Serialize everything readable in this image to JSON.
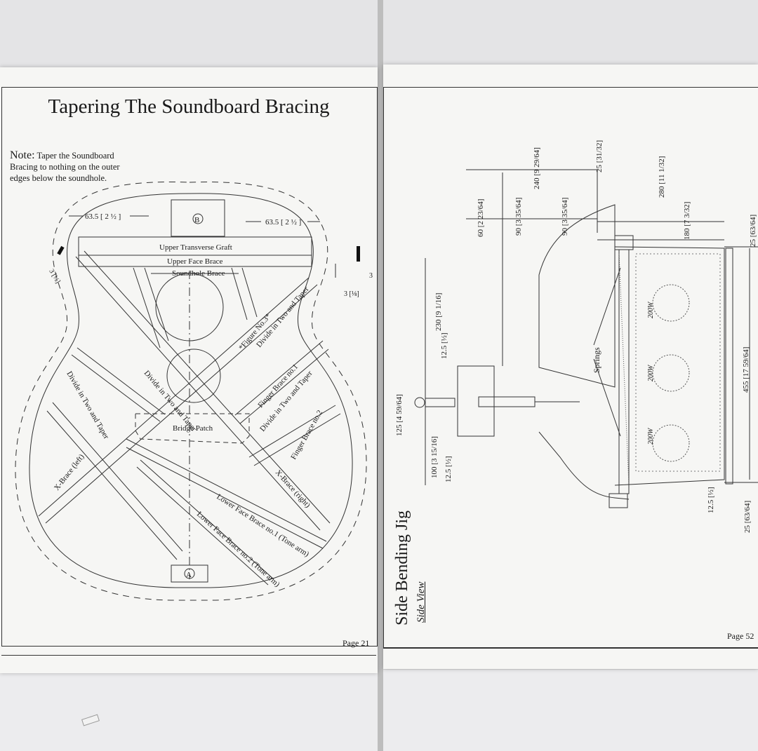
{
  "left_page": {
    "title": "Tapering The Soundboard Bracing",
    "note_head": "Note:",
    "note_text": "Taper the Soundboard Bracing to nothing on the outer edges below the soundhole.",
    "labels": {
      "dim_left": "63.5 [ 2 ½ ]",
      "dim_right": "63.5 [ 2 ½ ]",
      "marker_b": "B",
      "marker_a": "A",
      "upper_transverse": "Upper Transverse Graft",
      "upper_face": "Upper Face Brace",
      "soundhole_brace": "Soundhole Brace",
      "figure_ref": "*Figure No.3*",
      "divide_taper": "Divide in Two and Taper",
      "finger_brace_1": "Finger Brace no.1",
      "finger_brace_2": "Finger Brace no.2",
      "bridge_patch": "Bridge Patch",
      "x_brace_left": "X-Brace (left)",
      "x_brace_right": "X-Brace (right)",
      "lower_face_1": "Lower Face Brace no.1 (Tone arm)",
      "lower_face_2": "Lower Face Brace no.2 (Tone arm)",
      "dim_small_left": "3 [⅛]",
      "dim_small_right": "3 [⅛]",
      "dim_small_3": "3"
    },
    "page_number": "Page 21"
  },
  "right_page": {
    "title": "Side Bending Jig",
    "subtitle": "Side View",
    "labels": {
      "d240": "240 [9 29/64]",
      "d25a": "25 [31/32]",
      "d280": "280 [11 1/32]",
      "d60": "60 [2 23/64]",
      "d90a": "90 [3 35/64]",
      "d90b": "90 [3 35/64]",
      "d180": "180 [7 3/32]",
      "d25b": "25 [63/64]",
      "d230": "230 [9 1/16]",
      "d12a": "12.5 [½]",
      "d125": "125 [4 59/64]",
      "d100": "100 [3 15/16]",
      "d12b": "12.5 [½]",
      "d455": "455 [17 59/64]",
      "d12c": "12.5 [½]",
      "d25c": "25 [63/64]",
      "springs": "Springs",
      "lamp1": "200W",
      "lamp2": "200W",
      "lamp3": "200W"
    },
    "page_number": "Page 52"
  }
}
